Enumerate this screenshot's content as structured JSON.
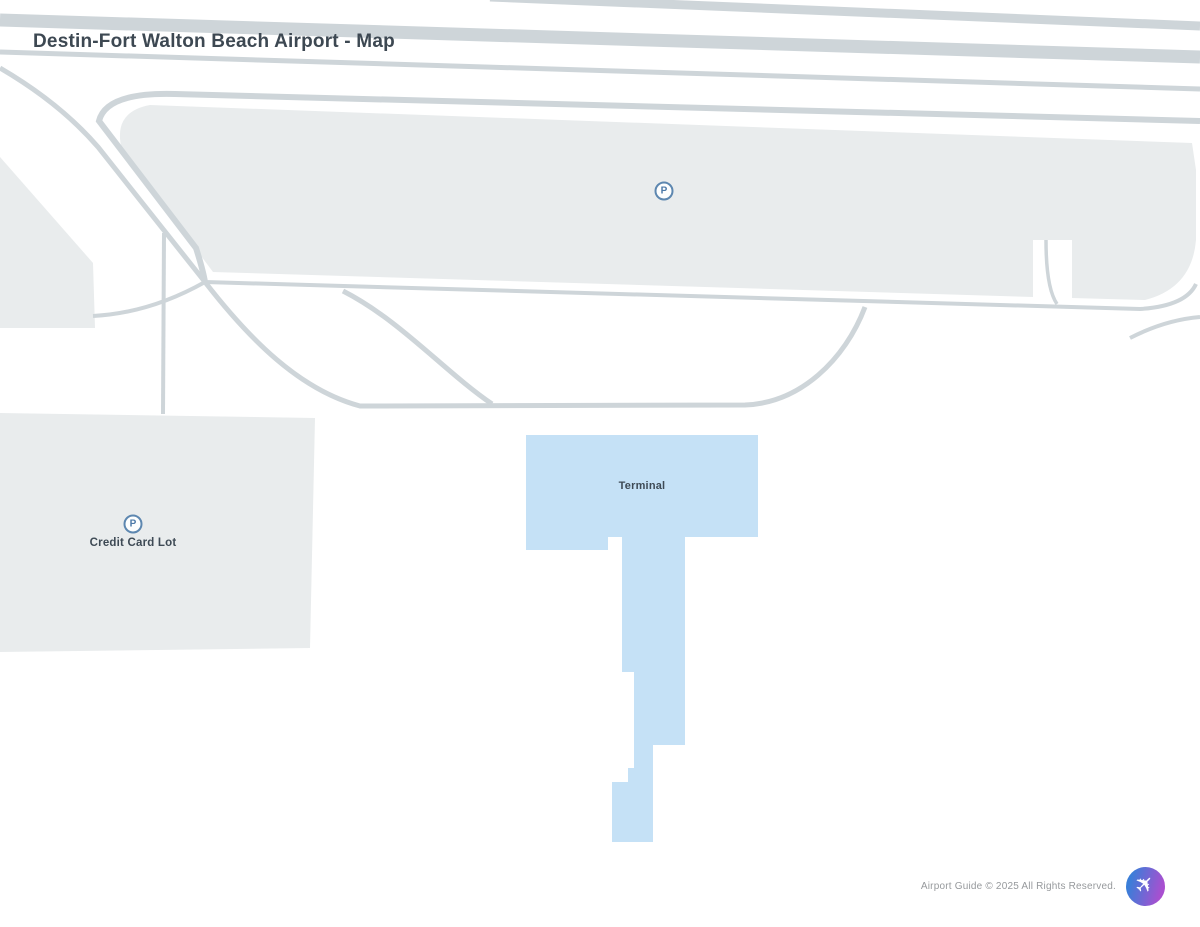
{
  "page": {
    "title": "Destin-Fort Walton Beach Airport - Map"
  },
  "map": {
    "labels": {
      "terminal": "Terminal",
      "credit_card_lot": "Credit Card Lot"
    },
    "markers": {
      "parking_letter": "P"
    },
    "colors": {
      "terminal_fill": "#c5e1f6",
      "apron_fill": "#e9eced",
      "road_stroke": "#ced5d9",
      "label_text": "#3e4a55",
      "parking_icon_blue": "#4c79a8"
    }
  },
  "footer": {
    "copyright": "Airport Guide © 2025 All Rights Reserved.",
    "logo_glyph": "✈"
  }
}
